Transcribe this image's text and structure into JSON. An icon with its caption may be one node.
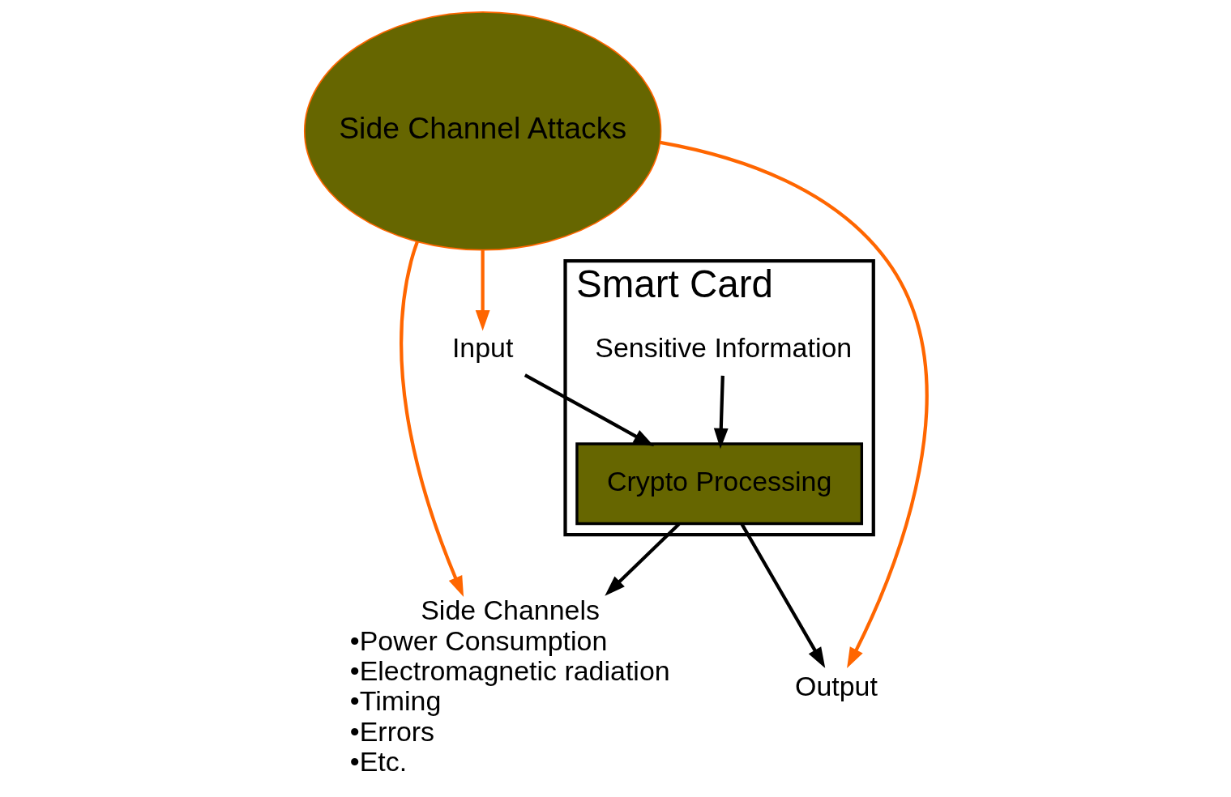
{
  "diagram": {
    "nodes": [
      {
        "text": [
          "Side Channel Attacks"
        ]
      },
      {
        "text": [
          "Side Channels",
          "•Power Consumption",
          "•Electromagnetic radiation",
          "•Timing",
          "•Errors",
          "•Etc."
        ]
      },
      {
        "text": [
          "Input"
        ]
      },
      {
        "text": [
          "Smart Card"
        ]
      },
      {
        "text": [
          "Crypto Processing"
        ],
        "in": 3
      },
      {
        "text": [
          "Sensitive Information"
        ],
        "in": 3
      },
      {
        "text": [
          "Output"
        ]
      }
    ],
    "edges": [
      {
        "from": 0,
        "to": 1,
        "arrow": "to",
        "color": "#ff6600"
      },
      {
        "from": 0,
        "to": 6,
        "arrow": "to",
        "color": "#ff6600"
      },
      {
        "from": 0,
        "to": 2,
        "arrow": "to",
        "color": "#ff6600"
      },
      {
        "from": 2,
        "to": 4,
        "arrow": "to"
      },
      {
        "from": 4,
        "to": 1,
        "arrow": "to"
      },
      {
        "from": 4,
        "to": 6,
        "arrow": "to"
      },
      {
        "from": 5,
        "to": 4,
        "arrow": "to"
      }
    ]
  }
}
